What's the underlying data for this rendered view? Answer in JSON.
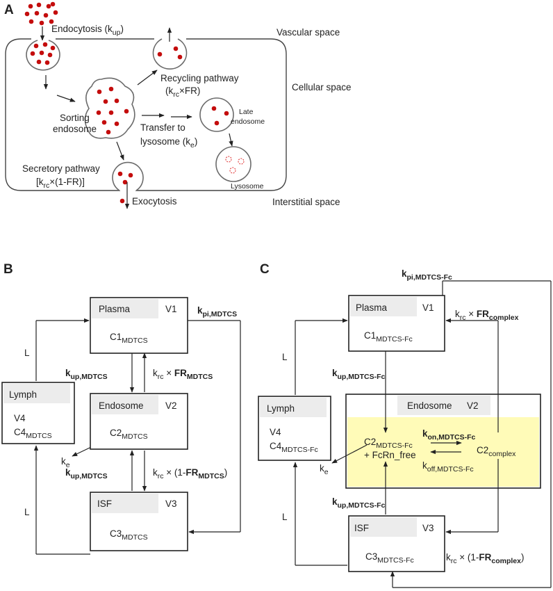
{
  "panels": [
    "A",
    "B",
    "C"
  ],
  "panel_a": {
    "endocytosis": "Endocytosis (k",
    "endocytosis_sub": "up",
    "endocytosis_close": ")",
    "vascular": "Vascular space",
    "cellular": "Cellular space",
    "interstitial": "Interstitial space",
    "recycling": "Recycling pathway",
    "recycling_k": "(k",
    "recycling_sub": "rc",
    "recycling_rest": "×FR)",
    "sorting1": "Sorting",
    "sorting2": "endosome",
    "transfer1": "Transfer to",
    "transfer2": "lysosome (k",
    "transfer_sub": "e",
    "transfer_close": ")",
    "late1": "Late",
    "late2": "endosome",
    "lysosome": "Lysosome",
    "secretory": "Secretory pathway",
    "secretory_k": "[k",
    "secretory_sub": "rc",
    "secretory_rest": "×(1-FR)]",
    "exocytosis": "Exocytosis"
  },
  "panel_b": {
    "plasma": "Plasma",
    "v1": "V1",
    "c1": "C1",
    "c1_sub": "MDTCS",
    "endosome": "Endosome",
    "v2": "V2",
    "c2": "C2",
    "c2_sub": "MDTCS",
    "isf": "ISF",
    "v3": "V3",
    "c3": "C3",
    "c3_sub": "MDTCS",
    "lymph": "Lymph",
    "v4": "V4",
    "c4": "C4",
    "c4_sub": "MDTCS",
    "kpi": "k",
    "kpi_sub": "pi,MDTCS",
    "kup1": "k",
    "kup1_sub": "up,MDTCS",
    "kup2": "k",
    "kup2_sub": "up,MDTCS",
    "krc1": "k",
    "krc1_sub": "rc",
    "krc1_mid": " × ",
    "krc1_fr": "FR",
    "krc1_fr_sub": "MDTCS",
    "krc2": "k",
    "krc2_sub": "rc",
    "krc2_mid": " × (1-",
    "krc2_fr": "FR",
    "krc2_fr_sub": "MDTCS",
    "krc2_close": ")",
    "ke": "k",
    "ke_sub": "e",
    "L_top": "L",
    "L_bottom": "L"
  },
  "panel_c": {
    "plasma": "Plasma",
    "v1": "V1",
    "c1": "C1",
    "c1_sub": "MDTCS-Fc",
    "endosome": "Endosome",
    "v2": "V2",
    "c2": "C2",
    "c2_sub": "MDTCS-Fc",
    "fcrn": "+ FcRn_free",
    "complex": "C2",
    "complex_sub": "complex",
    "kon": "k",
    "kon_sub": "on,MDTCS-Fc",
    "koff": "k",
    "koff_sub": "off,MDTCS-Fc",
    "isf": "ISF",
    "v3": "V3",
    "c3": "C3",
    "c3_sub": "MDTCS-Fc",
    "lymph": "Lymph",
    "v4": "V4",
    "c4": "C4",
    "c4_sub": "MDTCS-Fc",
    "kpi": "k",
    "kpi_sub": "pi,MDTCS-Fc",
    "kup1": "k",
    "kup1_sub": "up,MDTCS-Fc",
    "kup2": "k",
    "kup2_sub": "up,MDTCS-Fc",
    "krc1": "k",
    "krc1_sub": "rc",
    "krc1_mid": " × ",
    "krc1_fr": "FR",
    "krc1_fr_sub": "complex",
    "krc2": "k",
    "krc2_sub": "rc",
    "krc2_mid": " × (1-",
    "krc2_fr": "FR",
    "krc2_fr_sub": "complex",
    "krc2_close": ")",
    "ke": "k",
    "ke_sub": "e",
    "L_top": "L",
    "L_bottom": "L"
  },
  "colors": {
    "dot": "#c40d0d",
    "endosome_fill": "#fffbb8",
    "header_fill": "#ececec"
  }
}
